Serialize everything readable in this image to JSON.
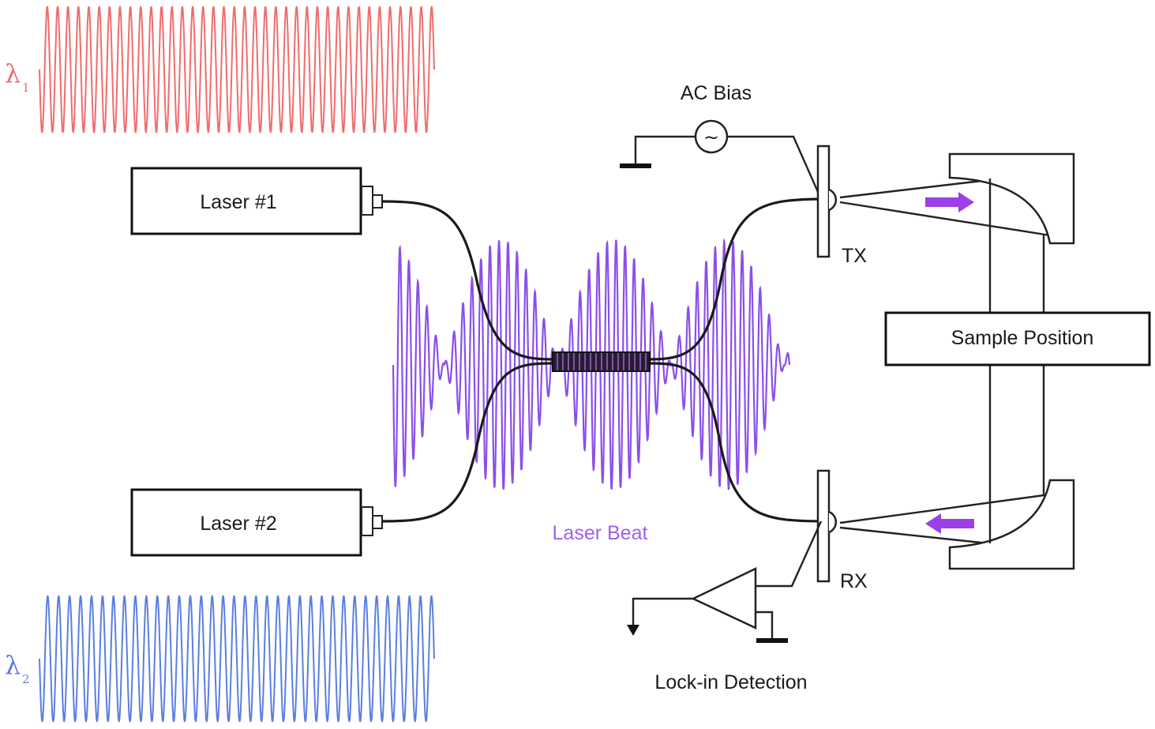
{
  "labels": {
    "lambda1": "λ",
    "lambda1_sub": "1",
    "lambda2": "λ",
    "lambda2_sub": "2",
    "laser1": "Laser #1",
    "laser2": "Laser #2",
    "ac_bias": "AC Bias",
    "tx": "TX",
    "rx": "RX",
    "sample_position": "Sample Position",
    "laser_beat": "Laser Beat",
    "lockin": "Lock-in Detection",
    "ac_source_symbol": "~"
  },
  "colors": {
    "lambda1_wave": "#f06c6c",
    "lambda2_wave": "#5b7fe0",
    "beat_wave": "#8b4fe8",
    "beat_label": "#a05ef0",
    "arrow": "#9b3fe6",
    "line": "#1a1a1a"
  },
  "icons": {
    "ac_source": "ac-source-icon",
    "ground": "ground-icon",
    "amplifier": "amplifier-icon",
    "coupler": "fiber-coupler-icon",
    "emitter": "photomixer-icon"
  }
}
